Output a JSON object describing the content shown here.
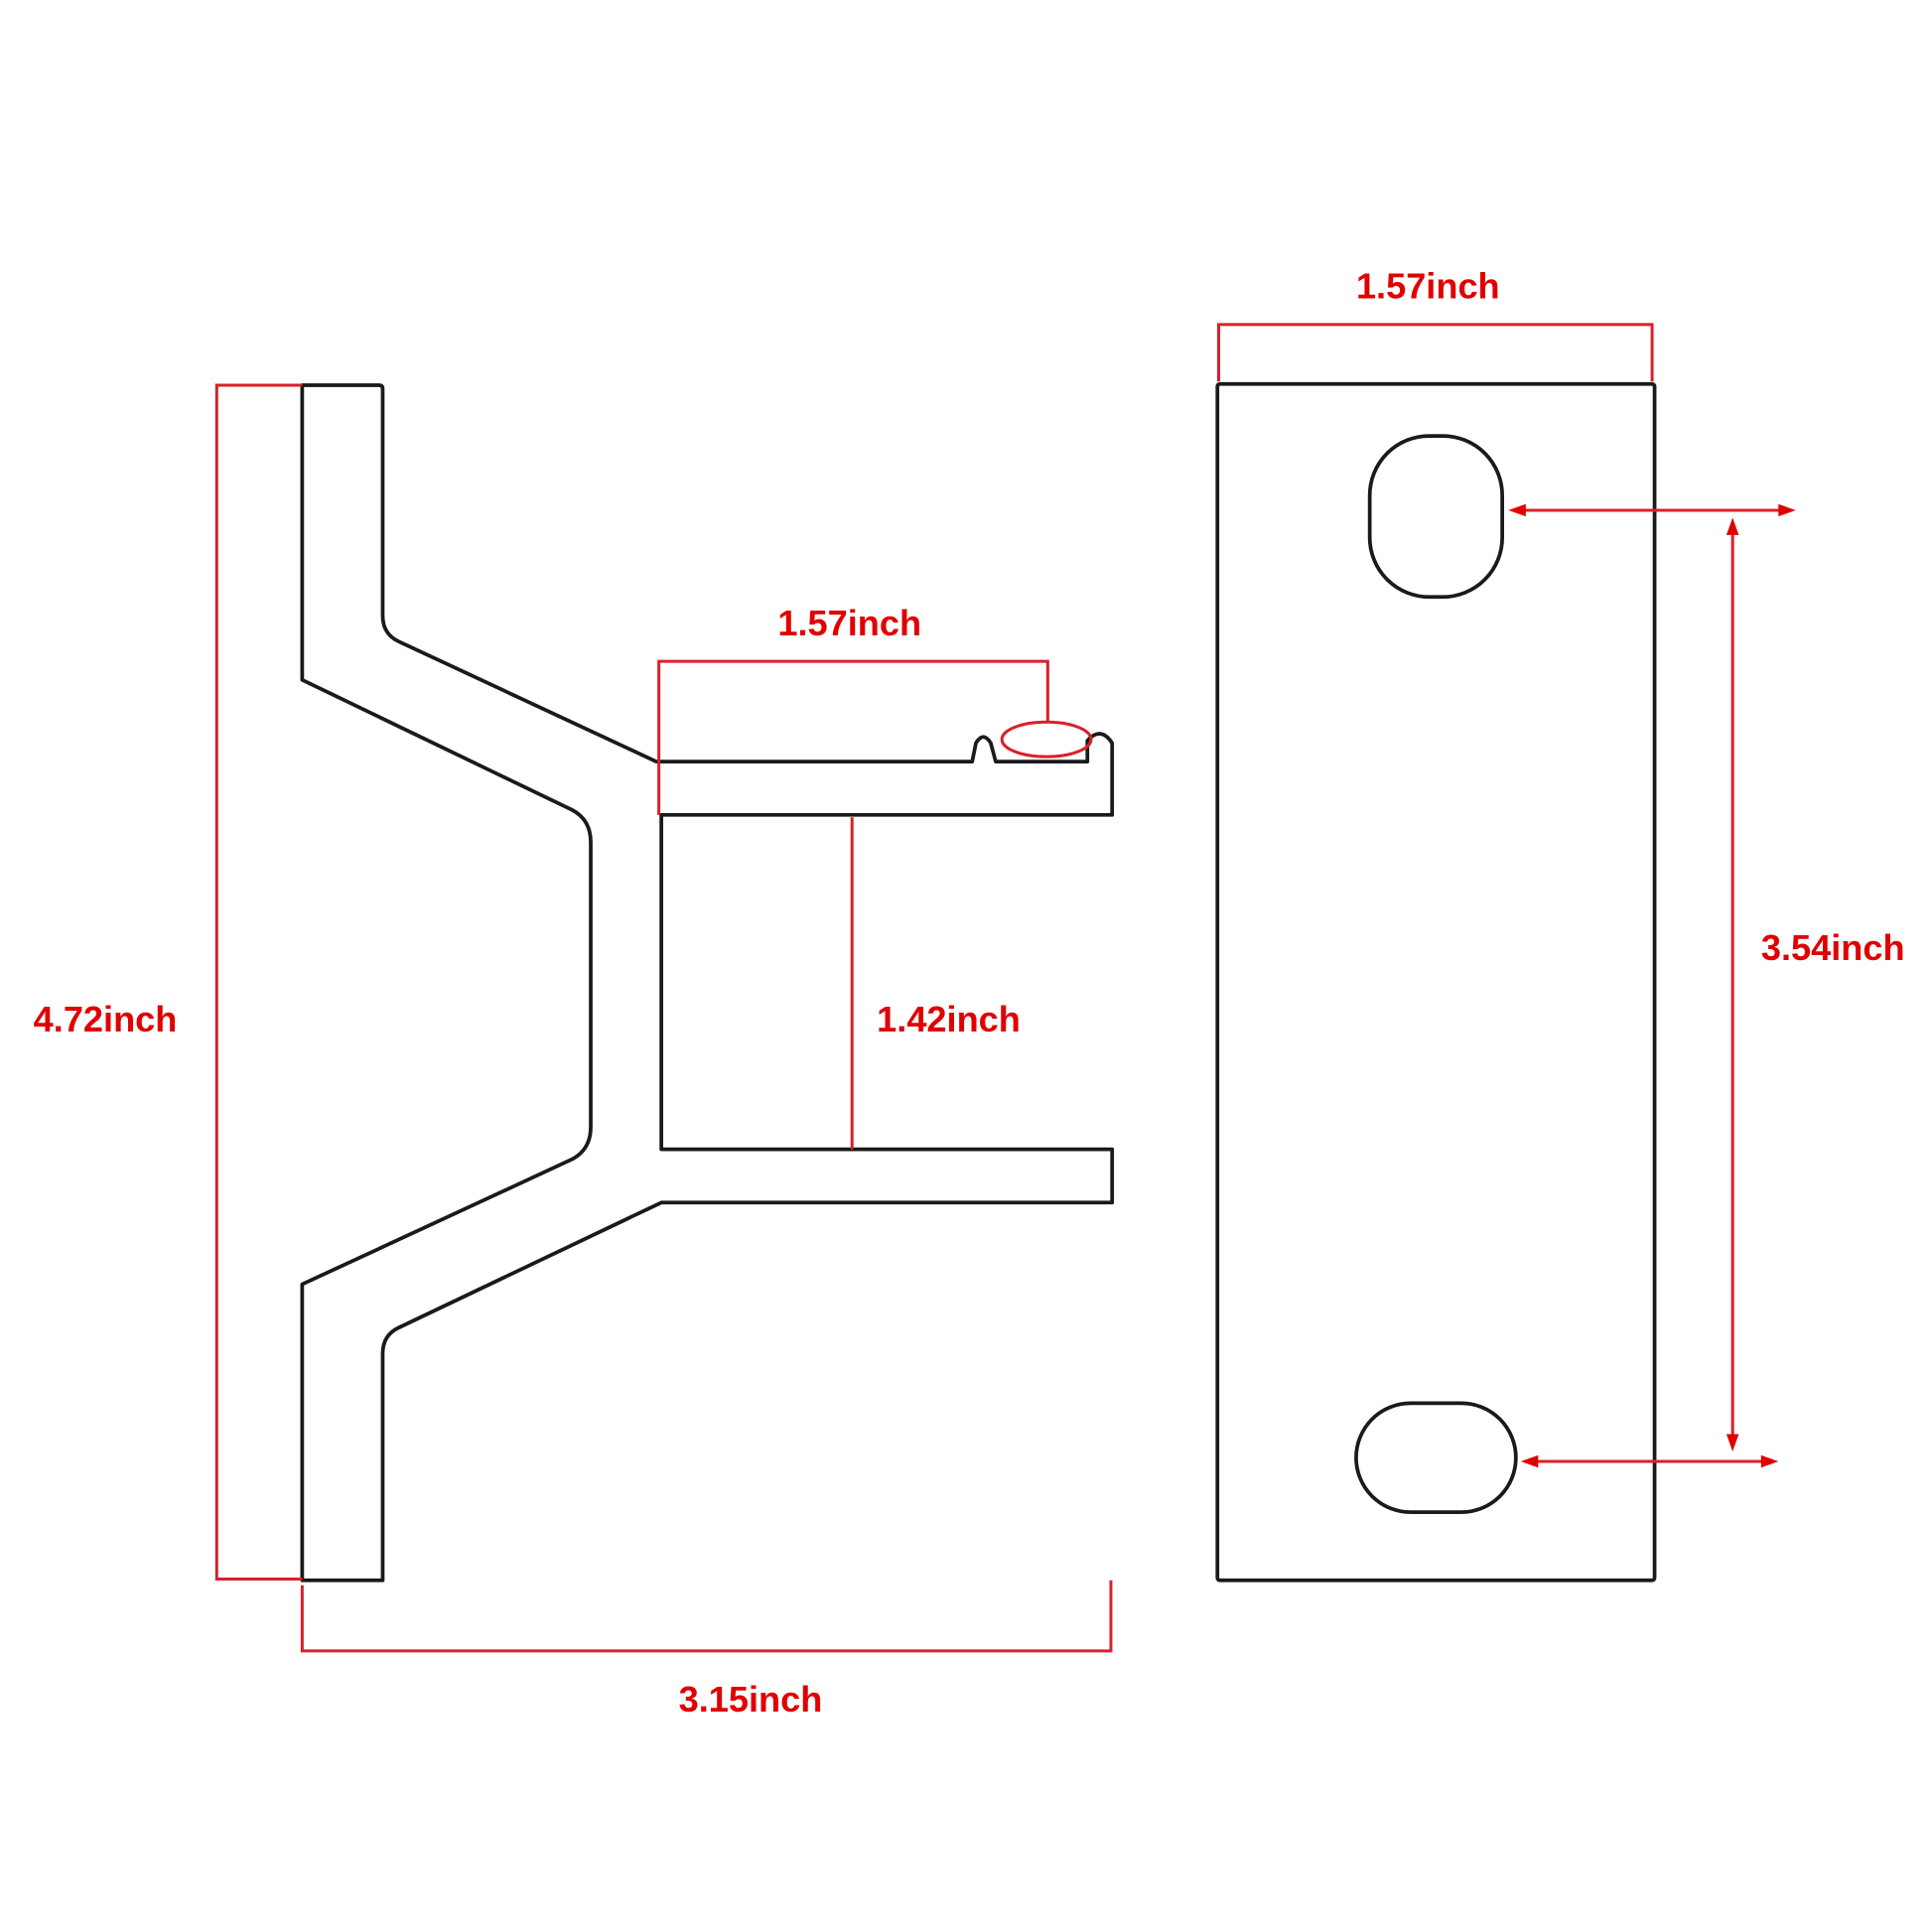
{
  "diagram": {
    "type": "dimension-drawing",
    "subject": "bracket side profile and front plate",
    "colors": {
      "outline": "#1a1a1a",
      "dimension": "#d9202a",
      "label": "#e00000",
      "background": "#ffffff"
    },
    "dimensions": {
      "overall_height": "4.72inch",
      "overall_depth": "3.15inch",
      "top_flange_width": "1.57inch",
      "inner_gap": "1.42inch",
      "plate_width": "1.57inch",
      "hole_spacing": "3.54inch"
    }
  }
}
